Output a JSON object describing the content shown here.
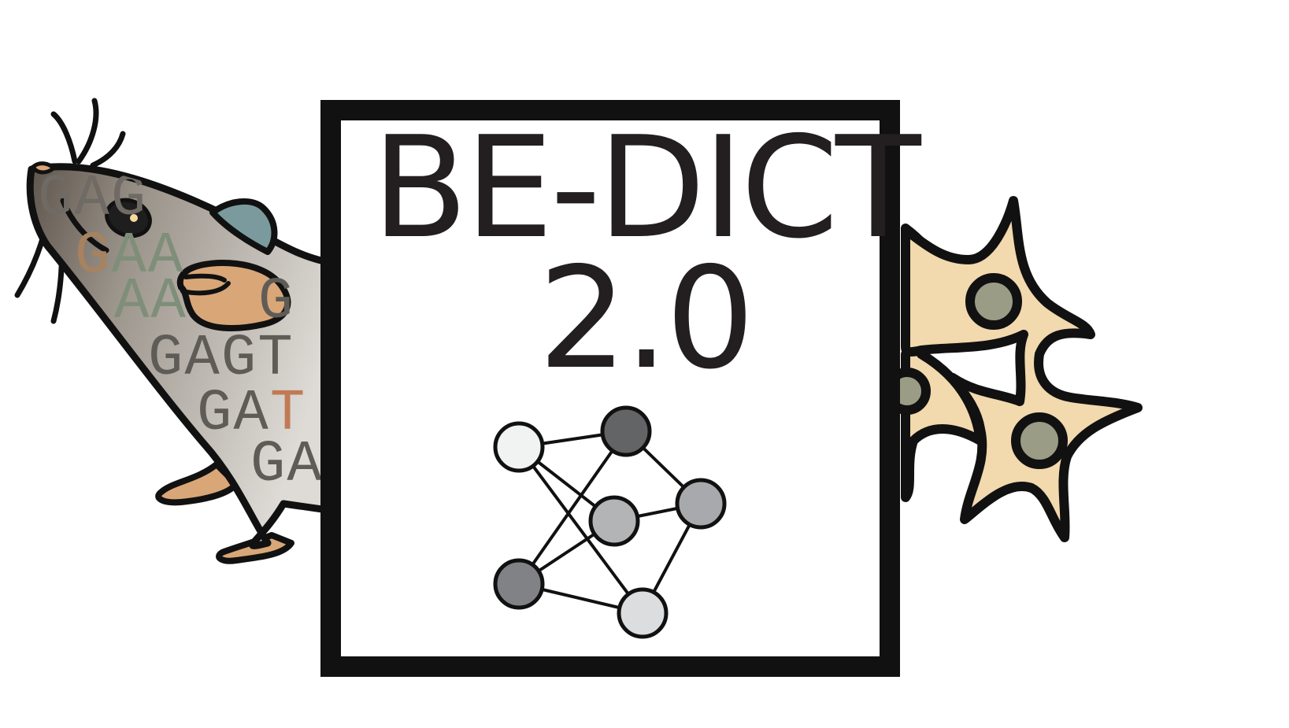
{
  "logo": {
    "title": "BE-DICT",
    "version": "2.0"
  },
  "sequence_lines": [
    {
      "parts": [
        {
          "text": "GAG",
          "color": "#6f6a63"
        }
      ]
    },
    {
      "parts": [
        {
          "text": "G",
          "color": "#a8825e"
        },
        {
          "text": "AA",
          "color": "#7f8e79"
        }
      ]
    },
    {
      "parts": [
        {
          "text": "AA",
          "color": "#7f8e79"
        },
        {
          "text": "G",
          "color": "#5f5c57"
        }
      ]
    },
    {
      "parts": [
        {
          "text": "GAGT",
          "color": "#5f5c57"
        }
      ]
    },
    {
      "parts": [
        {
          "text": "GA",
          "color": "#5f5c57"
        },
        {
          "text": "T",
          "color": "#c17a55"
        }
      ]
    },
    {
      "parts": [
        {
          "text": "GA",
          "color": "#5f5c57"
        }
      ]
    }
  ],
  "colors": {
    "outline": "#111111",
    "mouse_body_light": "#d2cfc9",
    "mouse_body_dark": "#6b6259",
    "mouse_pink": "#d9a678",
    "mouse_ear": "#7a9a9e",
    "neuron_fill": "#f2d9ae",
    "nucleus_fill": "#9a9c86",
    "node_shades": [
      "#f1f2f2",
      "#636466",
      "#b3b4b6",
      "#a7a9ac",
      "#808285",
      "#dcdddf"
    ]
  },
  "icons": [
    "mouse-illustration",
    "neuron-cells-illustration",
    "neural-network-icon"
  ]
}
